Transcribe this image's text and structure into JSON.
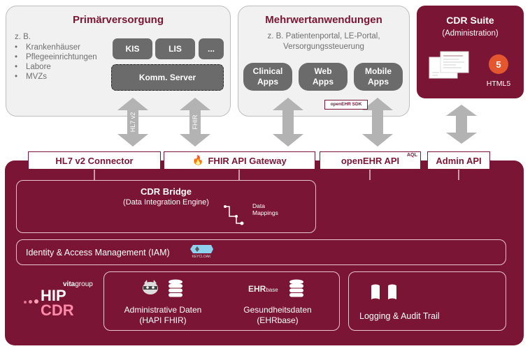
{
  "primaer": {
    "title": "Primärversorgung",
    "intro": "z. B.",
    "items": [
      "Krankenhäuser",
      "Pflegeeinrichtungen",
      "Labore",
      "MVZs"
    ],
    "buttons": {
      "kis": "KIS",
      "lis": "LIS",
      "more": "..."
    },
    "komm_server": "Komm. Server",
    "arrow1_label": "HL7 v2",
    "arrow2_label": "FHIR"
  },
  "mehrwert": {
    "title": "Mehrwertanwendungen",
    "desc_line1": "z. B. Patientenportal, LE-Portal,",
    "desc_line2": "Versorgungssteuerung",
    "apps": [
      {
        "line1": "Clinical",
        "line2": "Apps"
      },
      {
        "line1": "Web",
        "line2": "Apps"
      },
      {
        "line1": "Mobile",
        "line2": "Apps"
      }
    ],
    "sdk_label": "openEHR SDK"
  },
  "cdr_suite": {
    "title": "CDR Suite",
    "subtitle": "(Administration)",
    "html5_label": "HTML5",
    "html5_badge": "5"
  },
  "connectors": {
    "hl7": "HL7 v2 Connector",
    "fhir": "FHIR API Gateway",
    "openehr": "openEHR API",
    "aql": "AQL",
    "admin": "Admin API"
  },
  "bridge": {
    "title": "CDR Bridge",
    "subtitle": "(Data Integration Engine)",
    "mapping_line1": "Data",
    "mapping_line2": "Mappings"
  },
  "iam": {
    "label": "Identity & Access Management (IAM)",
    "keycloak": "KEYCLOAK"
  },
  "logo": {
    "vita": "vita",
    "group": "group",
    "hip": "HIP",
    "cdr": "CDR"
  },
  "data": {
    "admin_line1": "Administrative Daten",
    "admin_line2": "(HAPI FHIR)",
    "health_line1": "Gesundheitsdaten",
    "health_line2": "(EHRbase)",
    "ehr": "EHR",
    "base": "base"
  },
  "logging": {
    "label": "Logging & Audit Trail"
  },
  "colors": {
    "brand": "#7b1535",
    "grey_box": "#f1f1f1",
    "button_grey": "#6b6b6b",
    "arrow_grey": "#b3b3b3"
  }
}
